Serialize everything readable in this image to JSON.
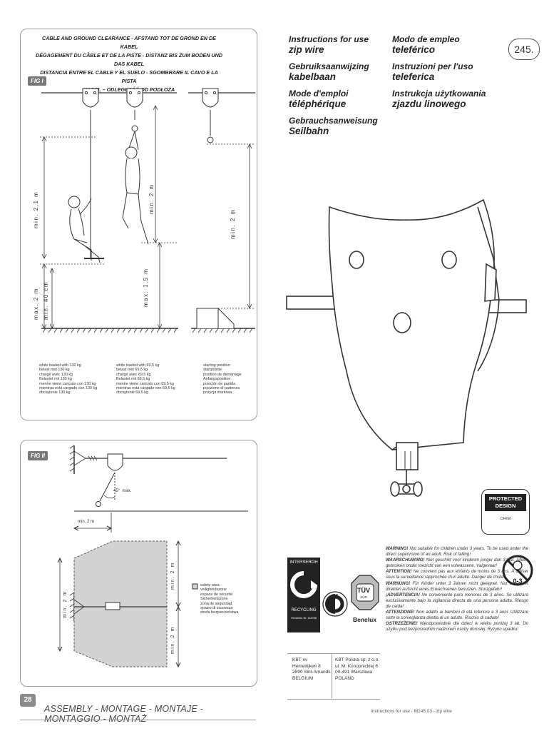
{
  "page_badge": "245.",
  "fig1": {
    "tag": "FIG I",
    "header": [
      "CABLE AND GROUND CLEARANCE - AFSTAND TOT DE GROND EN DE KABEL",
      "DÉGAGEMENT DU CÂBLE ET DE LA PISTE - DISTANZ BIS ZUM BODEN UND DAS KABEL",
      "DISTANCIA ENTRE EL CABLE Y EL SUELO - SGOMBRARE IL CAVO E LA PISTA",
      "KABEL – ODLEGŁOŚĆ OD PODŁOŻA"
    ],
    "dims": {
      "min21": "min. 2,1 m",
      "min2a": "min. 2 m",
      "min2b": "min. 2 m",
      "max2": "max. 2 m",
      "min40": "min. 40 cm",
      "max15": "max. 1,5 m"
    },
    "cap1": [
      "while loaded with 130 kg",
      "belast met 130 kg",
      "chargé avec 130 kg",
      "Belastet mit 130 kg",
      "mentre viene caricato con 130 kg",
      "mientras está cargado con 130 kg",
      "obciążenie 130 kg"
    ],
    "cap2": [
      "while loaded with 69,5 kg",
      "belast met 69,5 kg",
      "chargé avec 69,5 kg",
      "Belastet mit 69,5 kg",
      "mentre viene caricato con 69,5 kg",
      "mientras está cargado con 69,5 kg",
      "obciążenie 69,5 kg"
    ],
    "cap3": [
      "starting position",
      "startpositie",
      "position de démarrage",
      "Anfangsposition",
      "posición de partida",
      "posizione di partenza",
      "pozycja startowa"
    ]
  },
  "fig2": {
    "tag": "FIG II",
    "angle": "45°",
    "angle_max": "max.",
    "min2": "min. 2 m",
    "side_min2": "min. 2 m",
    "right_min2a": "min. 2 m",
    "right_min2b": "min. 2 m",
    "legend": [
      "safety area",
      "veiligheidszone",
      "espace de sécurité",
      "Sicherheitszone",
      "zona de seguridad",
      "spazio di sicurezza",
      "strefa bezpieczeństwa"
    ]
  },
  "footer": {
    "page_no": "28",
    "text": "ASSEMBLY - MONTAGE - MONTAJE - MONTAGGIO - MONTAŻ"
  },
  "titles": {
    "col1": [
      {
        "lang": "Instructions for use",
        "name": "zip wire"
      },
      {
        "lang": "Gebruiksaanwijzing",
        "name": "kabelbaan"
      },
      {
        "lang": "Mode d'emploi",
        "name": "téléphérique"
      },
      {
        "lang": "Gebrauchsanweisung",
        "name": "Seilbahn"
      }
    ],
    "col2": [
      {
        "lang": "Modo de empleo",
        "name": "teleférico"
      },
      {
        "lang": "Instruzioni per l'uso",
        "name": "teleferica"
      },
      {
        "lang": "Instrukcja użytkowania",
        "name": "zjazdu linowego"
      }
    ]
  },
  "protected": {
    "line1": "PROTECTED",
    "line2": "DESIGN",
    "line3": "OHIM"
  },
  "interseroh": {
    "top": "INTERSEROH",
    "mid": "RECYCLING",
    "bottom": "Hersteller-Nr. 118788"
  },
  "tuv": {
    "top": "TÜV",
    "sub": "SÜD",
    "bottom": "Benelux"
  },
  "age_badge": "0-3",
  "address_be": [
    "KBT nv",
    "Hemelrijken 8",
    "2890 Sint-Amands",
    "BELGIUM"
  ],
  "address_pl": [
    "KBT Polska sp. z o.o.",
    "ul. M. Konopnickiej 6",
    "00-491 Warszawa",
    "POLAND"
  ],
  "warnings": [
    {
      "label": "WARNING!",
      "text": "Not suitable for children under 3 years. To be used under the direct supervision of an adult. Risk of falling!"
    },
    {
      "label": "WAARSCHUWING!",
      "text": "Niet geschikt voor kinderen jonger dan 3 jaar. Alleen gebruiken onder toezicht van een volwassene. Valgevaar!"
    },
    {
      "label": "ATTENTION!",
      "text": "Ne convient pas aux enfants de moins de 3 ans. À utiliser sous la surveillance rapprochée d'un adulte. Danger de chute!"
    },
    {
      "label": "WARNUNG!",
      "text": "Für Kinder unter 3 Jahren nicht geeignet. Nur unter der direkten Aufsicht eines Erwachsenen benutzen. Sturzgefahr!"
    },
    {
      "label": "¡ADVERTENCIA!",
      "text": "No conveniente para menores de 3 años. Se utilizará exclusivamente bajo la vigilancia directa de una persona adulta. Riesgo de caída!"
    },
    {
      "label": "ATTENZIONE!",
      "text": "Non adatto ai bambini di età inferiore a 3 anni. Utilizzare sotto la sorveglianza diretta di un adulto. Rischio di cadute!"
    },
    {
      "label": "OSTRZEŻENIE!",
      "text": "Nieodpowiednie dla dzieci w wieku poniżej 3 lat. Do użytku pod bezpośrednim nadzorem osoby dorosłej. Ryzyko upadku!"
    }
  ],
  "bottom_note": "Instructions for use - M245.03 - zip wire"
}
